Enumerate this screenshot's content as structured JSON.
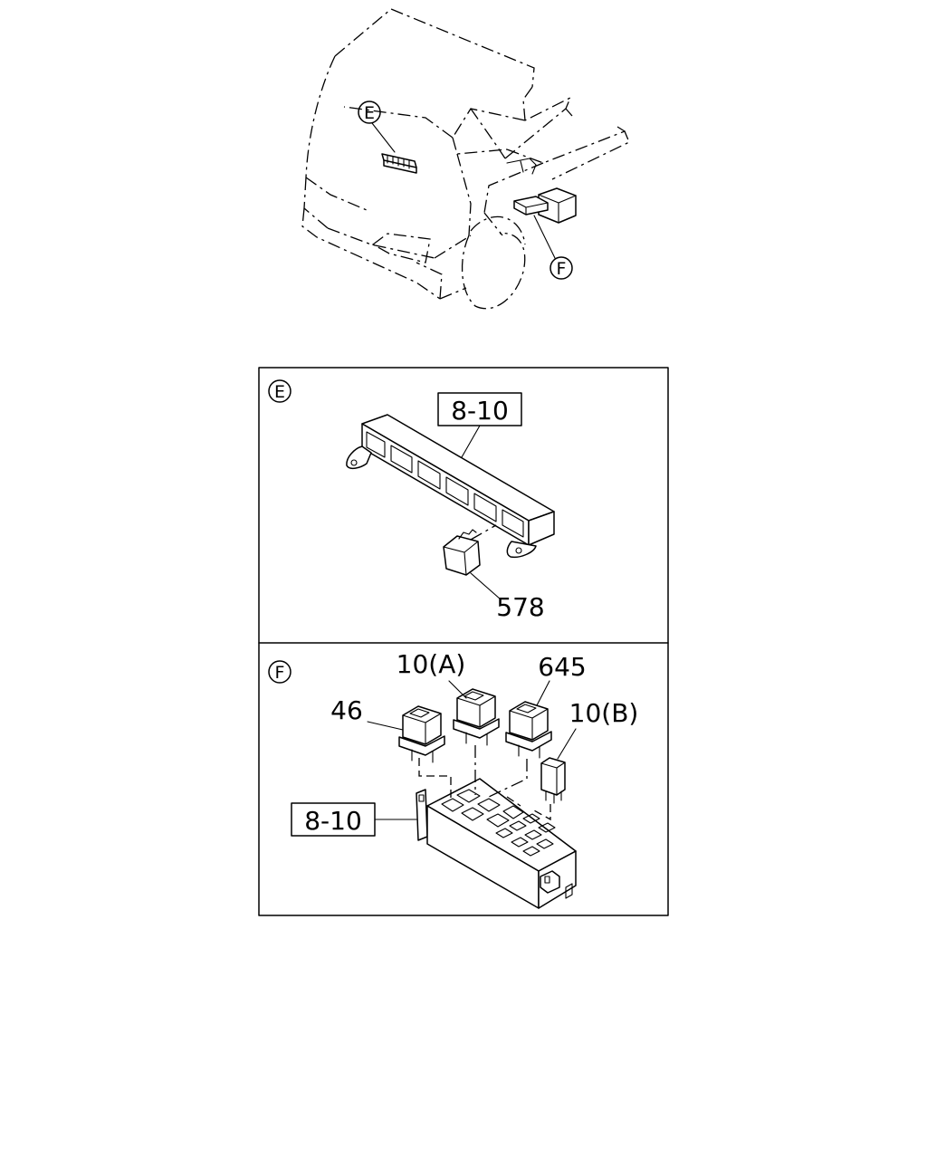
{
  "overview": {
    "callout_e": "E",
    "callout_f": "F"
  },
  "panel_e": {
    "callout": "E",
    "ref_box": "8-10",
    "part_label": "578"
  },
  "panel_f": {
    "callout": "F",
    "ref_box": "8-10",
    "part_46": "46",
    "part_10a": "10(A)",
    "part_645": "645",
    "part_10b": "10(B)"
  }
}
